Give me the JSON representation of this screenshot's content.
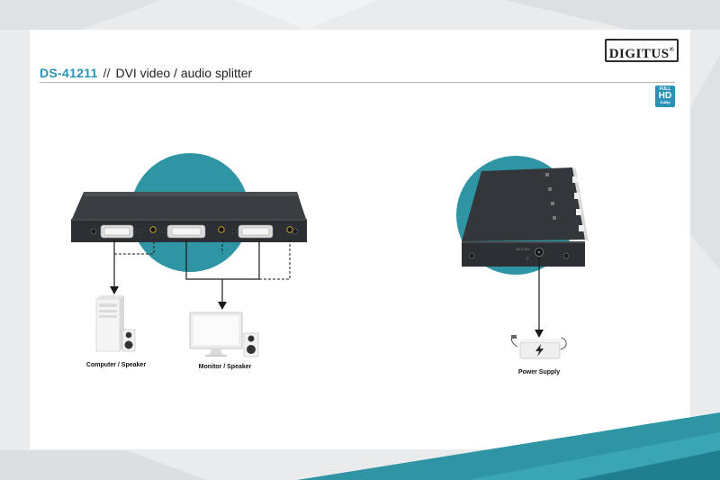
{
  "brand": {
    "logo_text": "DIGITUS",
    "logo_mark": "®"
  },
  "header": {
    "model": "DS-41211",
    "separator": "//",
    "product_title": "DVI video / audio splitter"
  },
  "badge": {
    "line1": "FULL",
    "line2": "HD",
    "line3": "1080p"
  },
  "device_labels": {
    "dc_input": "DC 5 12V"
  },
  "captions": {
    "computer": "Computer / Speaker",
    "monitor": "Monitor / Speaker",
    "power": "Power Supply"
  },
  "colors": {
    "accent": "#2a93b5",
    "teal_circle": "#2f95a4",
    "device": "#2c2f33"
  },
  "icons": [
    "computer-tower-icon",
    "speaker-icon",
    "monitor-icon",
    "power-adapter-icon",
    "lightning-icon"
  ]
}
